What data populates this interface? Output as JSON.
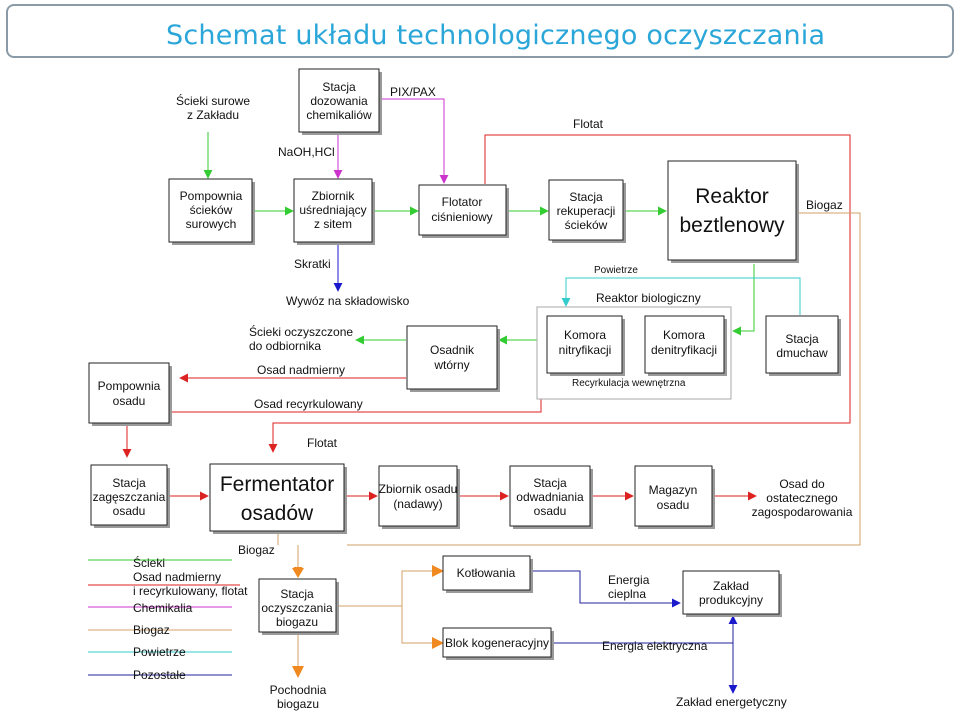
{
  "title": "Schemat układu technologicznego oczyszczania",
  "boxes": {
    "stacja_dozowania": [
      "Stacja",
      "dozowania",
      "chemikaliów"
    ],
    "pompownia_sciekow": [
      "Pompownia",
      "ścieków",
      "surowych"
    ],
    "zbiornik_usredniajacy": [
      "Zbiornik",
      "uśredniający",
      "z sitem"
    ],
    "flotator": [
      "Flotator",
      "ciśnieniowy"
    ],
    "stacja_rekuperacji": [
      "Stacja",
      "rekuperacji",
      "ścieków"
    ],
    "reaktor_beztlenowy": [
      "Reaktor",
      "beztlenowy"
    ],
    "osadnik_wtorny": [
      "Osadnik",
      "wtórny"
    ],
    "komora_nitryfikacji": [
      "Komora",
      "nitryfikacji"
    ],
    "komora_denitryfikacji": [
      "Komora",
      "denitryfikacji"
    ],
    "stacja_dmuchaw": [
      "Stacja",
      "dmuchaw"
    ],
    "pompownia_osadu": [
      "Pompownia",
      "osadu"
    ],
    "stacja_zageszczania": [
      "Stacja",
      "zagęszczania",
      "osadu"
    ],
    "fermentator": [
      "Fermentator",
      "osadów"
    ],
    "zbiornik_osadu": [
      "Zbiornik osadu",
      "(nadawy)"
    ],
    "stacja_odwadniania": [
      "Stacja",
      "odwadniania",
      "osadu"
    ],
    "magazyn_osadu": [
      "Magazyn",
      "osadu"
    ],
    "stacja_oczyszczania_biogazu": [
      "Stacja",
      "oczyszczania",
      "biogazu"
    ],
    "kotlownia": [
      "Kotłowania"
    ],
    "blok_kogeneracyjny": [
      "Blok kogeneracyjny"
    ],
    "zaklad_produkcyjny": [
      "Zakład",
      "produkcyjny"
    ]
  },
  "labels": {
    "scieki_surowe": [
      "Ścieki surowe",
      "z Zakładu"
    ],
    "pix_pax": "PIX/PAX",
    "flotat_top": "Flotat",
    "naoh_hcl": "NaOH,HCl",
    "biogaz_right": "Biogaz",
    "skratki": "Skratki",
    "powietrze": "Powietrze",
    "wywoz": "Wywóz na składowisko",
    "reaktor_biologiczny": "Reaktor biologiczny",
    "scieki_oczyszczone": [
      "Ścieki oczyszczone",
      "do odbiornika"
    ],
    "osad_nadmierny": "Osad nadmierny",
    "osad_recyrkulowany": "Osad recyrkulowany",
    "recyrkulacja": "Recyrkulacja wewnętrzna",
    "flotat_mid": "Flotat",
    "osad_do": [
      "Osad do",
      "ostatecznego",
      "zagospodarowania"
    ],
    "biogaz_bottom": "Biogaz",
    "pochodnia": [
      "Pochodnia",
      "biogazu"
    ],
    "energia_cieplna": [
      "Energia",
      "cieplna"
    ],
    "energia_elektryczna": "Energia elektryczna",
    "zaklad_energetyczny": "Zakład energetyczny"
  },
  "legend": [
    {
      "label": [
        "Ścieki"
      ],
      "color": "#33cc33"
    },
    {
      "label": [
        "Osad nadmierny",
        "i recyrkulowany, flotat"
      ],
      "color": "#dd2222"
    },
    {
      "label": [
        "Chemikalia"
      ],
      "color": "#cc33cc"
    },
    {
      "label": [
        "Biogaz"
      ],
      "color": "#d4a064"
    },
    {
      "label": [
        "Powietrze"
      ],
      "color": "#33cccc"
    },
    {
      "label": [
        "Pozostałe"
      ],
      "color": "#222299"
    }
  ],
  "colors": {
    "title": "#2aa6d8",
    "scieki": "#33cc33",
    "osad": "#dd2222",
    "chemikalia": "#cc33cc",
    "biogaz": "#d4a064",
    "biogaz_arrow": "#f08a20",
    "powietrze": "#33cccc",
    "pozostale": "#222299"
  }
}
